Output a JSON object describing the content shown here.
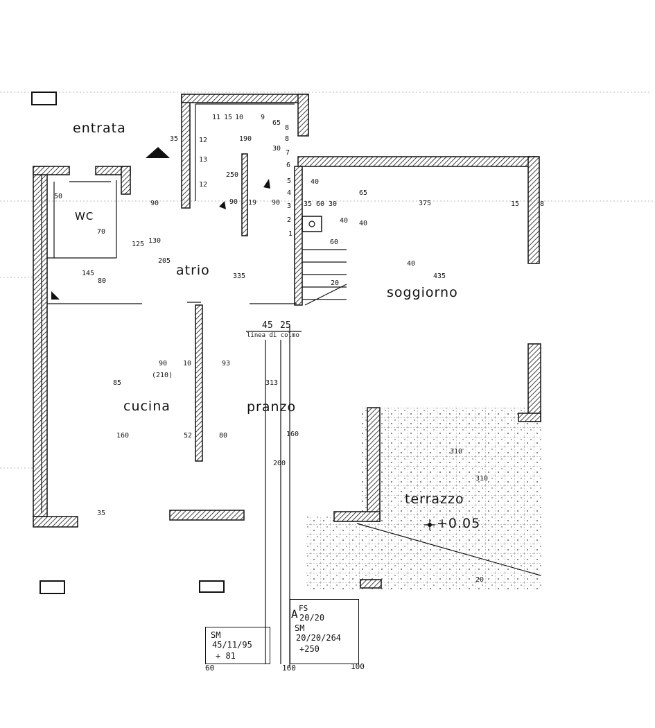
{
  "rooms": {
    "entrata": "entrata",
    "wc": "WC",
    "atrio": "atrio",
    "soggiorno": "soggiorno",
    "cucina": "cucina",
    "pranzo": "pranzo",
    "terrazzo": "terrazzo"
  },
  "level": "+0.05",
  "line_label": "linea di colmo",
  "dimensions": {
    "d190": "190",
    "d11": "11",
    "d15": "15",
    "d10": "10",
    "d9": "9",
    "d65": "65",
    "d8a": "8",
    "d30": "30",
    "d8b": "8",
    "d35": "35",
    "d12a": "12",
    "d13": "13",
    "d250": "250",
    "d12b": "12",
    "d7": "7",
    "d6": "6",
    "d5": "5",
    "d4": "4",
    "d3": "3",
    "d2": "2",
    "d1": "1",
    "d90a": "90",
    "d90b": "90",
    "d90c": "90",
    "d19": "19",
    "d40a": "40",
    "d35b": "35",
    "d60a": "60",
    "d30b": "30",
    "d40b": "40",
    "d60b": "60",
    "d65b": "65",
    "d375": "375",
    "d15b": "15",
    "d8c": "8",
    "d40c": "40",
    "d40d": "40",
    "d435": "435",
    "d130": "130",
    "d125": "125",
    "d205": "205",
    "d335": "335",
    "d145": "145",
    "d80a": "80",
    "d50": "50",
    "d20": "20",
    "d45": "45",
    "d25": "25",
    "d70": "70",
    "d210": "(210)",
    "d90d": "90",
    "d10b": "10",
    "d93": "93",
    "d85": "85",
    "d313": "313",
    "d160a": "160",
    "d52": "52",
    "d80b": "80",
    "d160b": "160",
    "d310a": "310",
    "d310b": "310",
    "d200": "200",
    "d35c": "35",
    "d20b": "20"
  },
  "notes": {
    "sm_left_title": "SM",
    "sm_left_line1": "45/11/95",
    "sm_left_line2": "+ 81",
    "sm_right_a": "A",
    "sm_right_fs": "FS",
    "sm_right_fs_val": "20/20",
    "sm_right_title": "SM",
    "sm_right_line1": "20/20/264",
    "sm_right_line2": "+250",
    "bottom_60": "60",
    "bottom_160": "160",
    "bottom_100": "100"
  }
}
